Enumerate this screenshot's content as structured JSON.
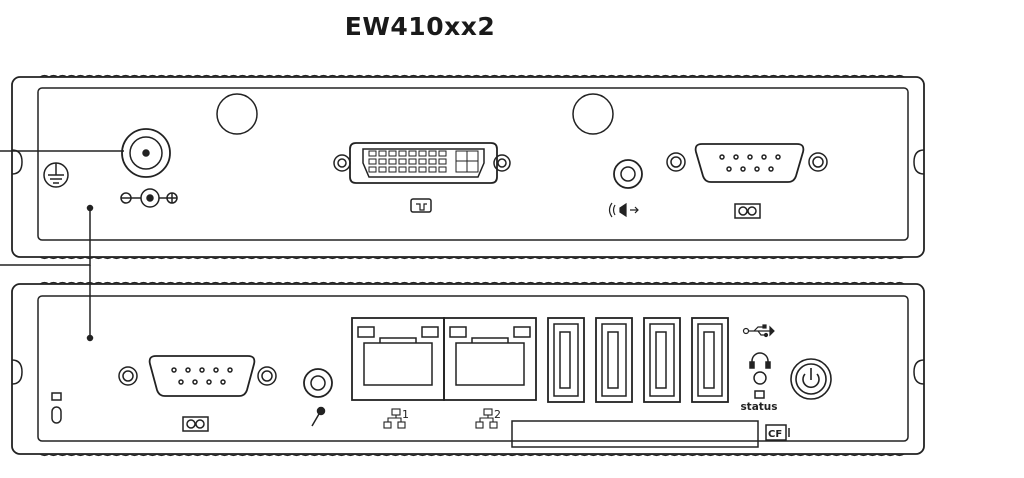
{
  "title": "EW410xx2",
  "labels": {
    "lan1": "1",
    "lan2": "2",
    "status": "status",
    "cf": "CF"
  },
  "icons": [
    "ground-icon",
    "power-barrel-polarity-icon",
    "dvi-display-icon",
    "audio-speaker-icon",
    "serial-port-icon",
    "usb-icon",
    "headphone-icon",
    "microphone-icon",
    "network-icon",
    "power-button-icon",
    "lock-icon"
  ],
  "colors": {
    "line": "#222222",
    "background": "#ffffff",
    "port_fill": "#f4f4f4"
  }
}
